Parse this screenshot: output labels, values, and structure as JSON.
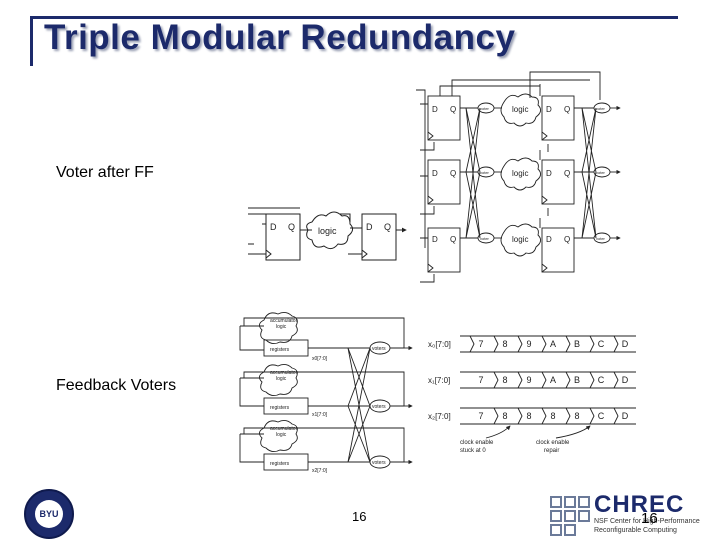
{
  "slide": {
    "title": "Triple Modular Redundancy",
    "label_voter": "Voter after FF",
    "label_feedback": "Feedback Voters",
    "page_number": "16",
    "page_number_overlay": "16"
  },
  "logos": {
    "left_seal_text": "BYU",
    "right_logo_text": "CHREC",
    "right_logo_sub_line1": "NSF Center for High-Performance",
    "right_logo_sub_line2": "Reconfigurable Computing"
  },
  "diagram_labels": {
    "d": "D",
    "q": "Q",
    "logic": "logic",
    "voter": "voter",
    "accumulator_logic_l1": "accumulator",
    "accumulator_logic_l2": "logic",
    "registers": "registers",
    "voters": "voters",
    "x0_bus": "x0[7:0]",
    "x1_bus": "x1[7:0]",
    "x2_bus": "x2[7:0]",
    "xs0": "x₀[7:0]",
    "xs1": "x₁[7:0]",
    "xs2": "x₂[7:0]",
    "clock_enable_stuck_l1": "clock enable",
    "clock_enable_stuck_l2": "stuck at 0",
    "clock_enable_repair_l1": "clock enable",
    "clock_enable_repair_l2": "repair"
  },
  "waveforms": [
    [
      "7",
      "8",
      "9",
      "A",
      "B",
      "C",
      "D"
    ],
    [
      "7",
      "8",
      "9",
      "A",
      "B",
      "C",
      "D"
    ],
    [
      "7",
      "8",
      "8",
      "8",
      "8",
      "C",
      "D"
    ]
  ],
  "colors": {
    "title": "#1c2a6b",
    "frame": "#1c2a6b",
    "diagram_line": "#222222"
  }
}
